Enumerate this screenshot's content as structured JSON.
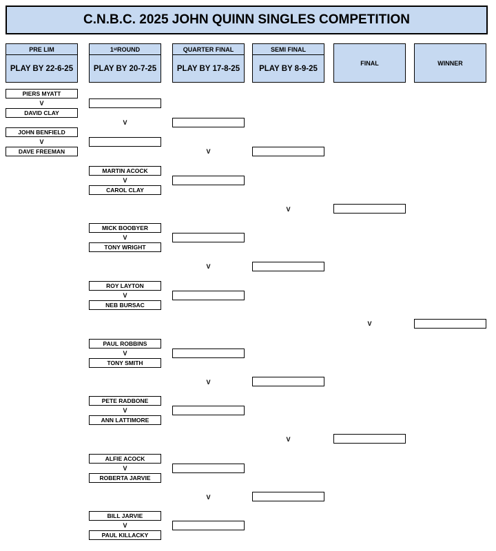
{
  "title": "C.N.B.C. 2025 JOHN QUINN SINGLES COMPETITION",
  "vs": "V",
  "headers": {
    "prelim": {
      "name": "PRE LIM",
      "play_by": "PLAY BY 22-6-25"
    },
    "round1": {
      "name_main": "1",
      "name_sup": "st",
      "name_rest": " ROUND",
      "play_by": "PLAY BY 20-7-25"
    },
    "quarter": {
      "name": "QUARTER FINAL",
      "play_by": "PLAY BY 17-8-25"
    },
    "semi": {
      "name": "SEMI FINAL",
      "play_by": "PLAY BY 8-9-25"
    },
    "final": {
      "name": "FINAL"
    },
    "winner": {
      "name": "WINNER"
    }
  },
  "prelim_matches": [
    {
      "player1": "PIERS MYATT",
      "player2": "DAVID CLAY"
    },
    {
      "player1": "JOHN BENFIELD",
      "player2": "DAVE FREEMAN"
    }
  ],
  "round1_matches": [
    {
      "player1": "MARTIN ACOCK",
      "player2": "CAROL CLAY"
    },
    {
      "player1": "MICK BOOBYER",
      "player2": "TONY WRIGHT"
    },
    {
      "player1": "ROY LAYTON",
      "player2": "NEB BURSAC"
    },
    {
      "player1": "PAUL ROBBINS",
      "player2": "TONY SMITH"
    },
    {
      "player1": "PETE RADBONE",
      "player2": "ANN LATTIMORE"
    },
    {
      "player1": "ALFIE ACOCK",
      "player2": "ROBERTA JARVIE"
    },
    {
      "player1": "BILL JARVIE",
      "player2": "PAUL KILLACKY"
    }
  ]
}
